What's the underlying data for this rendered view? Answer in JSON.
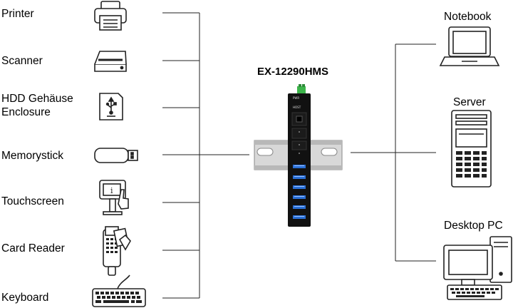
{
  "title": "EX-12290HMS",
  "left_devices": [
    {
      "label": "Printer",
      "icon": "printer-icon"
    },
    {
      "label": "Scanner",
      "icon": "scanner-icon"
    },
    {
      "label": "HDD Gehäuse\nEnclosure",
      "icon": "hdd-enclosure-icon"
    },
    {
      "label": "Memorystick",
      "icon": "usb-stick-icon"
    },
    {
      "label": "Touchscreen",
      "icon": "touchscreen-kiosk-icon"
    },
    {
      "label": "Card Reader",
      "icon": "card-reader-icon"
    },
    {
      "label": "Keyboard",
      "icon": "keyboard-icon"
    }
  ],
  "right_devices": [
    {
      "label": "Notebook",
      "icon": "notebook-icon"
    },
    {
      "label": "Server",
      "icon": "server-icon"
    },
    {
      "label": "Desktop PC",
      "icon": "desktop-pc-icon"
    }
  ],
  "hub": {
    "top_label": "PWR",
    "port_label": "HOST",
    "colors": {
      "body": "#111111",
      "usb_port": "#2a6fd6",
      "terminal": "#3cb44a",
      "rail": "#c8c8c8"
    }
  }
}
